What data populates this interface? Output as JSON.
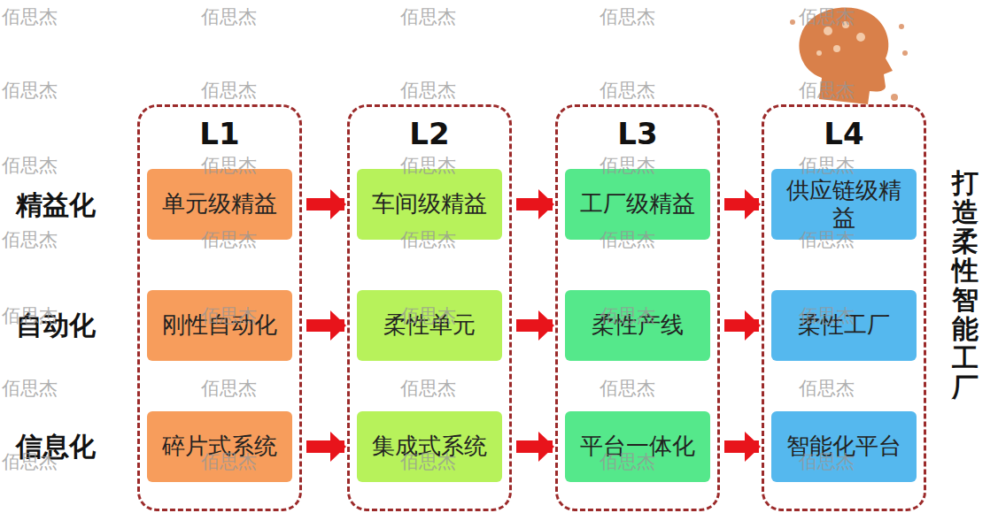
{
  "diagram": {
    "nodes": [
      {
        "text": [
          "L1"
        ]
      },
      {
        "text": [
          "单元级精益"
        ],
        "in": 0
      },
      {
        "text": [
          "刚性自动化"
        ],
        "in": 0
      },
      {
        "text": [
          "碎片式系统"
        ],
        "in": 0
      },
      {
        "text": [
          "L2"
        ]
      },
      {
        "text": [
          "车间级精益"
        ],
        "in": 4
      },
      {
        "text": [
          "柔性单元"
        ],
        "in": 4
      },
      {
        "text": [
          "集成式系统"
        ],
        "in": 4
      },
      {
        "text": [
          "L3"
        ]
      },
      {
        "text": [
          "工厂级精益"
        ],
        "in": 8
      },
      {
        "text": [
          "柔性产线"
        ],
        "in": 8
      },
      {
        "text": [
          "平台一体化"
        ],
        "in": 8
      },
      {
        "text": [
          "L4"
        ]
      },
      {
        "text": [
          "供应链级精益"
        ],
        "in": 12
      },
      {
        "text": [
          "柔性工厂"
        ],
        "in": 12
      },
      {
        "text": [
          "智能化平台"
        ],
        "in": 12
      }
    ],
    "edges": [
      {
        "from": 1,
        "to": 5,
        "arrow": "to"
      },
      {
        "from": 5,
        "to": 9,
        "arrow": "to"
      },
      {
        "from": 9,
        "to": 13,
        "arrow": "to"
      },
      {
        "from": 2,
        "to": 6,
        "arrow": "to"
      },
      {
        "from": 6,
        "to": 10,
        "arrow": "to"
      },
      {
        "from": 10,
        "to": 14,
        "arrow": "to"
      },
      {
        "from": 3,
        "to": 7,
        "arrow": "to"
      },
      {
        "from": 7,
        "to": 11,
        "arrow": "to"
      },
      {
        "from": 11,
        "to": 15,
        "arrow": "to"
      }
    ],
    "labels": [
      "精益化",
      "自动化",
      "信息化",
      "打造柔性智能工厂",
      "佰思杰",
      "佰思杰",
      "佰思杰",
      "佰思杰",
      "佰思杰",
      "佰思杰",
      "佰思杰",
      "佰思杰",
      "佰思杰",
      "佰思杰",
      "佰思杰",
      "佰思杰",
      "佰思杰",
      "佰思杰",
      "佰思杰",
      "佰思杰",
      "佰思杰",
      "佰思杰",
      "佰思杰",
      "佰思杰",
      "佰思杰",
      "佰思杰",
      "佰思杰",
      "佰思杰",
      "佰思杰",
      "佰思杰",
      "佰思杰",
      "佰思杰",
      "佰思杰",
      "佰思杰",
      "佰思杰",
      "佰思杰",
      "佰思杰",
      "佰思杰",
      "佰思杰"
    ]
  }
}
